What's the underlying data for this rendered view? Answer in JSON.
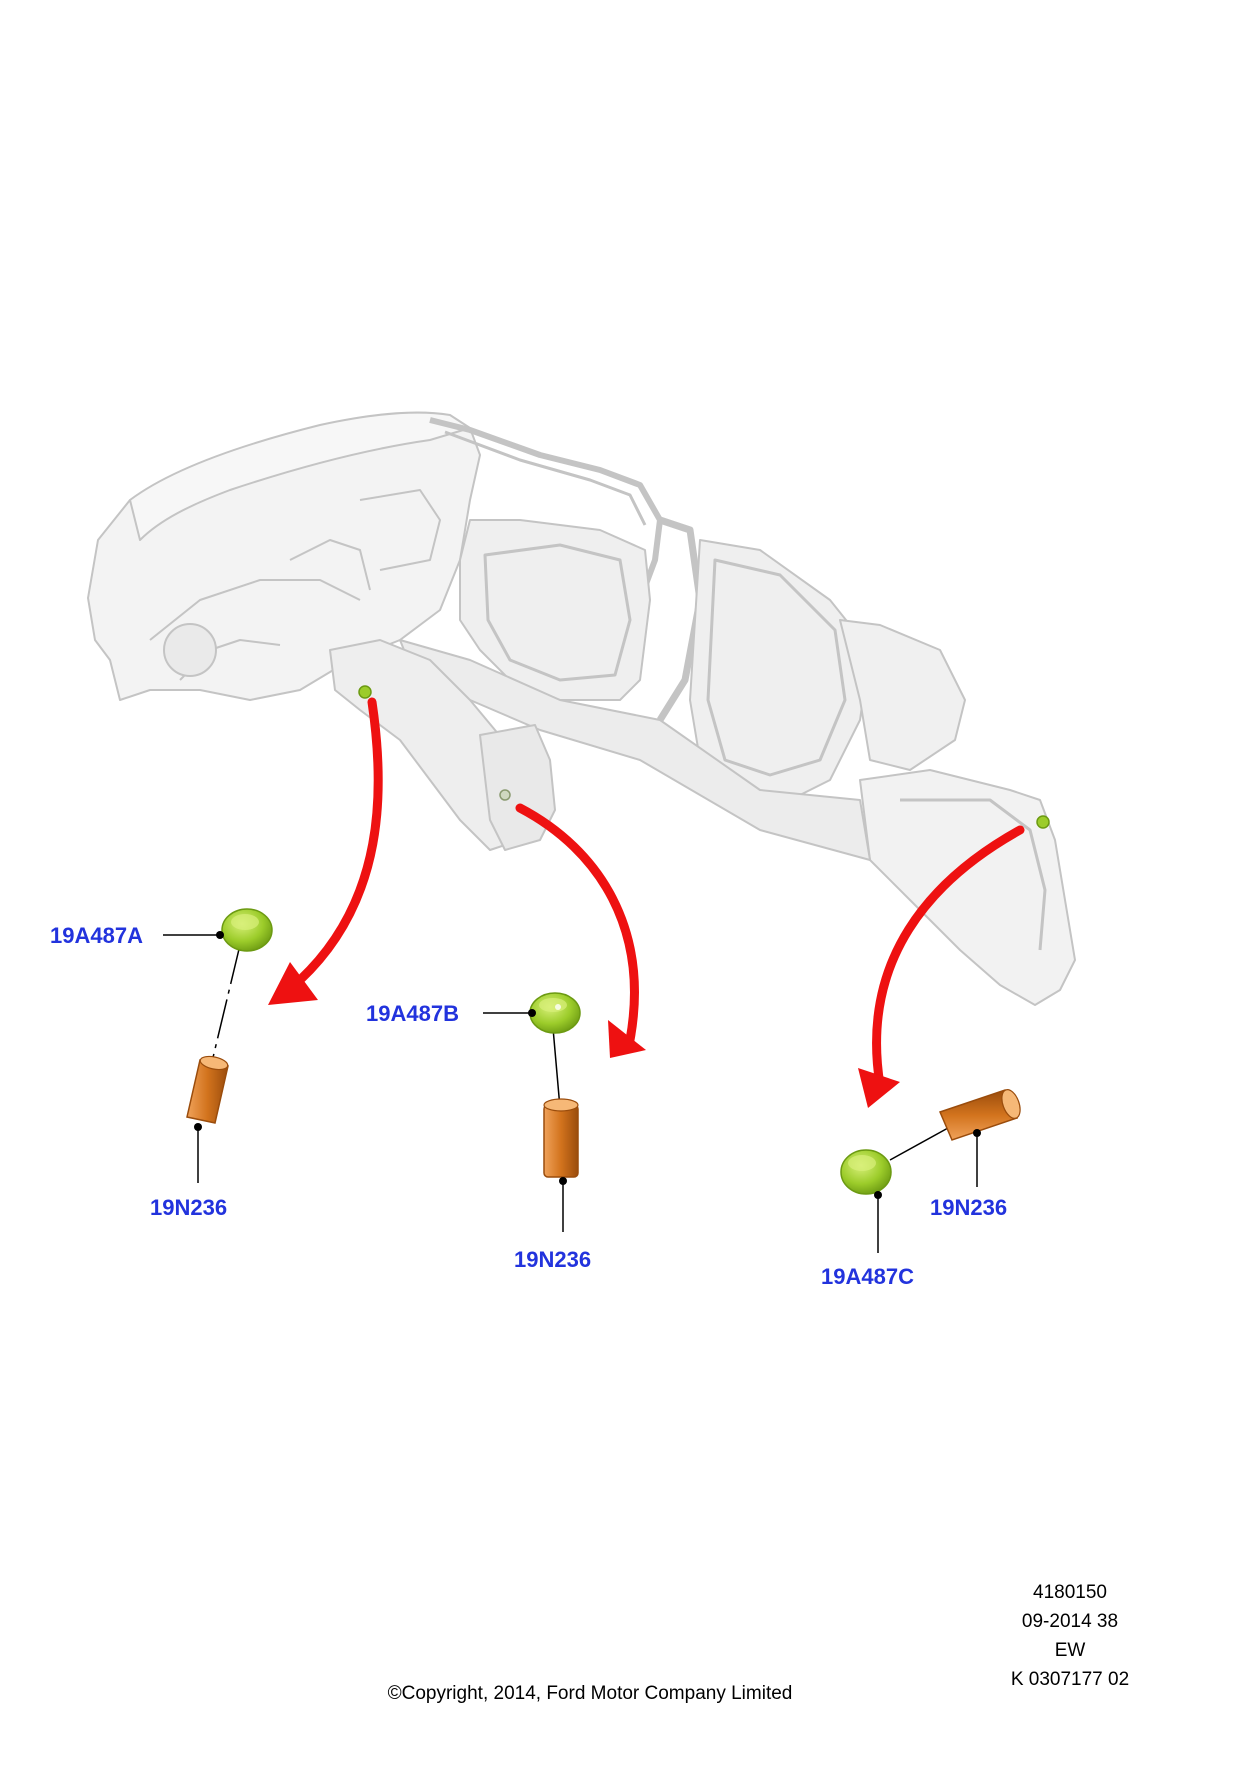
{
  "colors": {
    "label": "#2233dd",
    "arrow": "#ee1111",
    "plug_green": "#9ccc2a",
    "plug_green_dark": "#6c9a12",
    "sleeve_orange": "#d2731d",
    "sleeve_orange_dark": "#9a4c0c",
    "body_line": "#c8c8c8",
    "body_fill": "#f1f1f1"
  },
  "icons": {
    "plug": "green-plug-icon",
    "sleeve": "orange-sleeve-icon"
  },
  "callouts": {
    "plug_a": "19A487A",
    "sleeve_a": "19N236",
    "plug_b": "19A487B",
    "sleeve_b": "19N236",
    "plug_c": "19A487C",
    "sleeve_c": "19N236"
  },
  "info": {
    "illustration_no": "4180150",
    "date_code": "09-2014 38",
    "region": "EW",
    "ref": "K 0307177 02"
  },
  "copyright": "©Copyright, 2014, Ford Motor Company Limited"
}
